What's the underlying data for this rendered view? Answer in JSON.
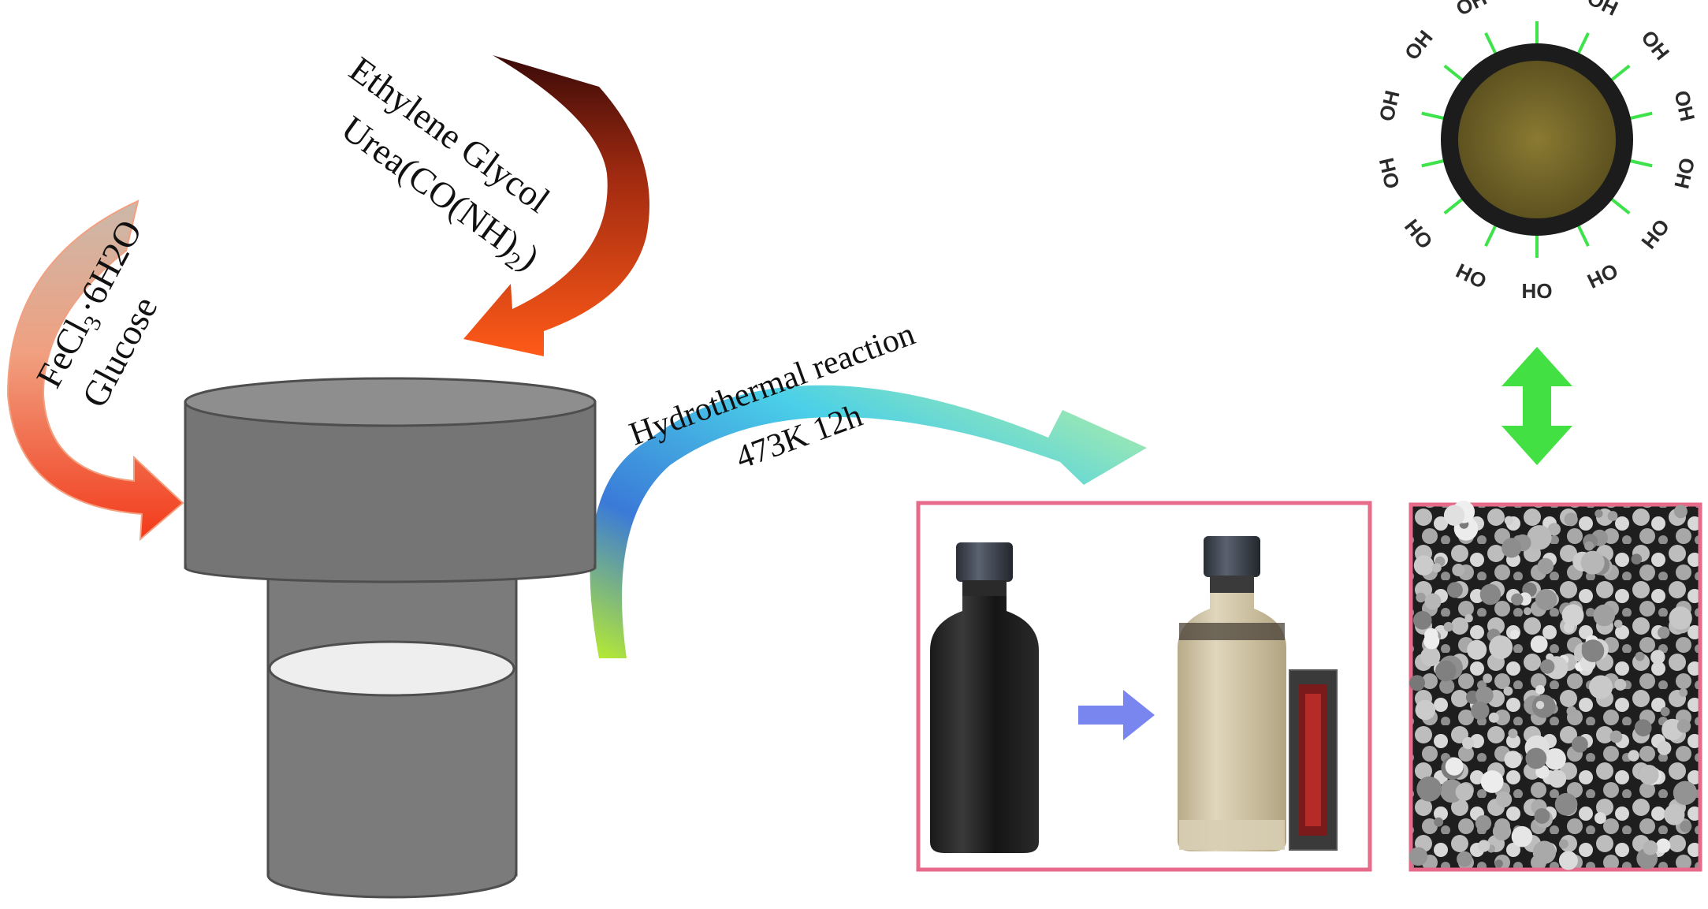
{
  "reagents_left": {
    "line1": "FeCl",
    "line1_sub": "3",
    "line1_rest": "·6H2O",
    "line2": "Glucose"
  },
  "reagents_top": {
    "line1": "Ethylene Glycol",
    "line2": "Urea(CO(NH)",
    "line2_sub": "2",
    "line2_rest": ")"
  },
  "reaction": {
    "line1": "Hydrothermal reaction",
    "line2": "473K 12h"
  },
  "particle": {
    "group_label": "OH",
    "group_count": 14,
    "core_color": "#7a6a2a",
    "shell_color": "#1c1c1c",
    "ligand_color": "#3ee24a"
  },
  "colors": {
    "reactor": "#7b7b7b",
    "frame_pink": "#e66a8a",
    "double_arrow": "#43e043",
    "vial_arrow": "#7a86f0"
  }
}
